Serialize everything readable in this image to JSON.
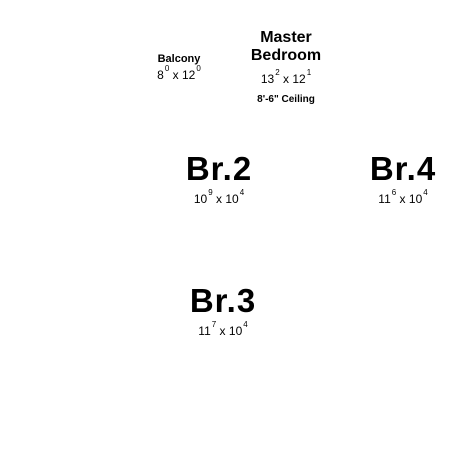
{
  "rooms": {
    "balcony": {
      "name": "Balcony",
      "width_ft": "8",
      "width_in": "0",
      "length_ft": "12",
      "length_in": "0",
      "separator": "x"
    },
    "master": {
      "name_line1": "Master",
      "name_line2": "Bedroom",
      "width_ft": "13",
      "width_in": "2",
      "length_ft": "12",
      "length_in": "1",
      "separator": "x",
      "ceiling_note": "8'-6\" Ceiling"
    },
    "br2": {
      "name": "Br.2",
      "width_ft": "10",
      "width_in": "9",
      "length_ft": "10",
      "length_in": "4",
      "separator": "x"
    },
    "br4": {
      "name": "Br.4",
      "width_ft": "11",
      "width_in": "6",
      "length_ft": "10",
      "length_in": "4",
      "separator": "x"
    },
    "br3": {
      "name": "Br.3",
      "width_ft": "11",
      "width_in": "7",
      "length_ft": "10",
      "length_in": "4",
      "separator": "x"
    }
  }
}
